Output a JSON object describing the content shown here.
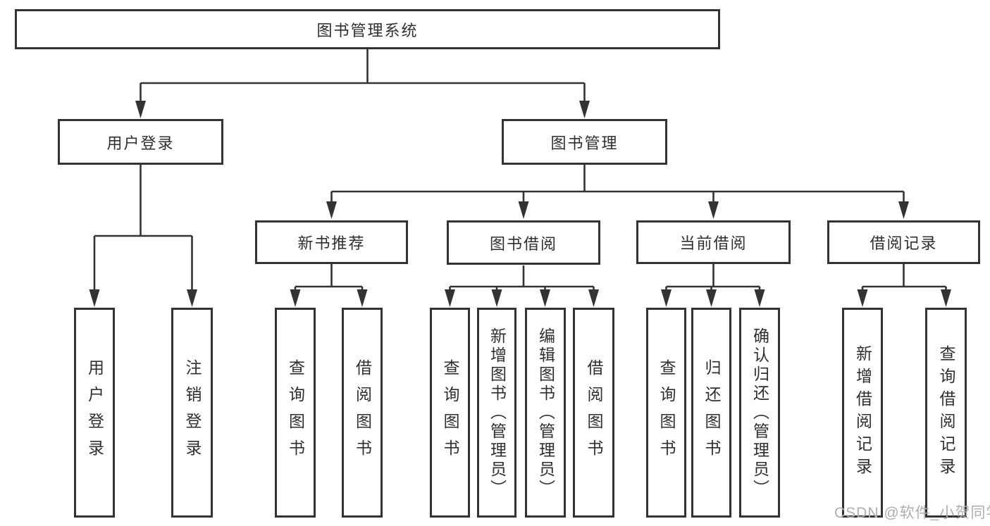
{
  "tree": {
    "label": "图书管理系统",
    "children": [
      {
        "label": "用户登录",
        "children": [
          {
            "label": "用户登录"
          },
          {
            "label": "注销登录"
          }
        ]
      },
      {
        "label": "图书管理",
        "children": [
          {
            "label": "新书推荐",
            "children": [
              {
                "label": "查询图书"
              },
              {
                "label": "借阅图书"
              }
            ]
          },
          {
            "label": "图书借阅",
            "children": [
              {
                "label": "查询图书"
              },
              {
                "label": "新增图书（管理员）"
              },
              {
                "label": "编辑图书（管理员）"
              },
              {
                "label": "借阅图书"
              }
            ]
          },
          {
            "label": "当前借阅",
            "children": [
              {
                "label": "查询图书"
              },
              {
                "label": "归还图书"
              },
              {
                "label": "确认归还（管理员）"
              }
            ]
          },
          {
            "label": "借阅记录",
            "children": [
              {
                "label": "新增借阅记录"
              },
              {
                "label": "查询借阅记录"
              }
            ]
          }
        ]
      }
    ]
  },
  "watermark": {
    "text": "CSDN @软件_小贺同学"
  },
  "colors": {
    "line": "#333333",
    "text": "#2f2f2f",
    "background": "#ffffff",
    "watermark": "#b3adad"
  }
}
